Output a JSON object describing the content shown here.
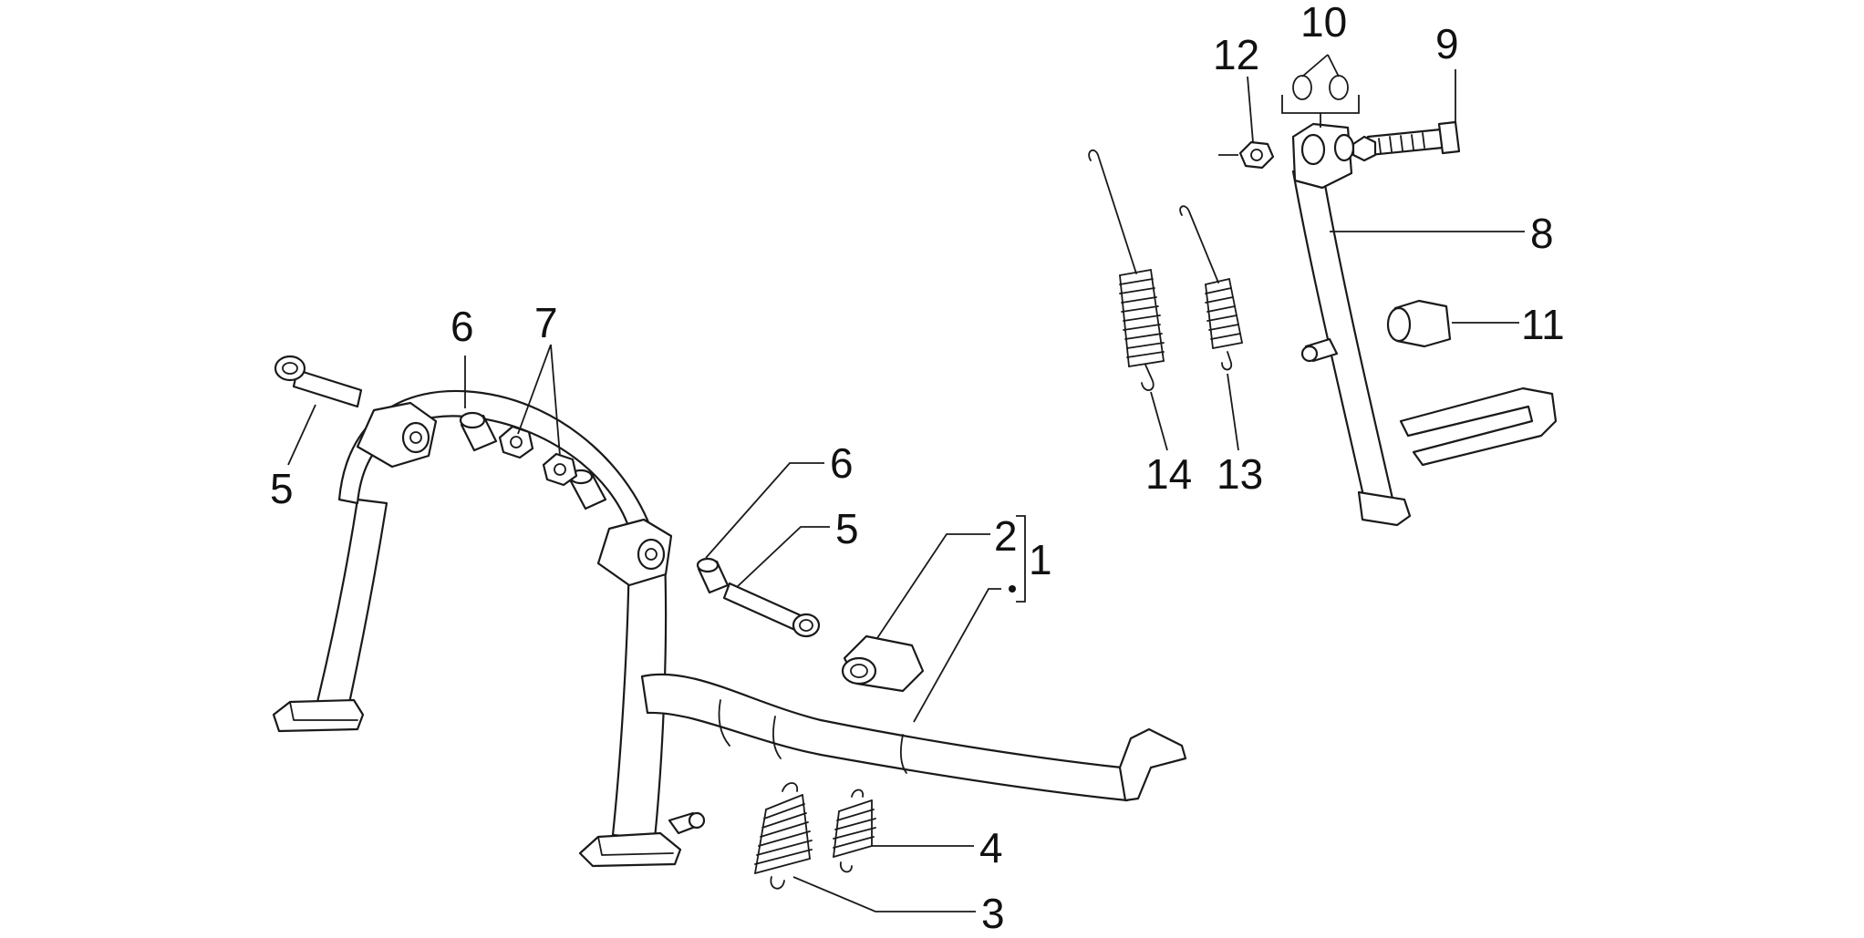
{
  "diagram": {
    "callouts": [
      {
        "key": "c1",
        "label": "1"
      },
      {
        "key": "c2",
        "label": "2"
      },
      {
        "key": "c3",
        "label": "3"
      },
      {
        "key": "c4",
        "label": "4"
      },
      {
        "key": "c5a",
        "label": "5"
      },
      {
        "key": "c5b",
        "label": "5"
      },
      {
        "key": "c6a",
        "label": "6"
      },
      {
        "key": "c6b",
        "label": "6"
      },
      {
        "key": "c7",
        "label": "7"
      },
      {
        "key": "c8",
        "label": "8"
      },
      {
        "key": "c9",
        "label": "9"
      },
      {
        "key": "c10",
        "label": "10"
      },
      {
        "key": "c11",
        "label": "11"
      },
      {
        "key": "c12",
        "label": "12"
      },
      {
        "key": "c13",
        "label": "13"
      },
      {
        "key": "c14",
        "label": "14"
      }
    ]
  }
}
